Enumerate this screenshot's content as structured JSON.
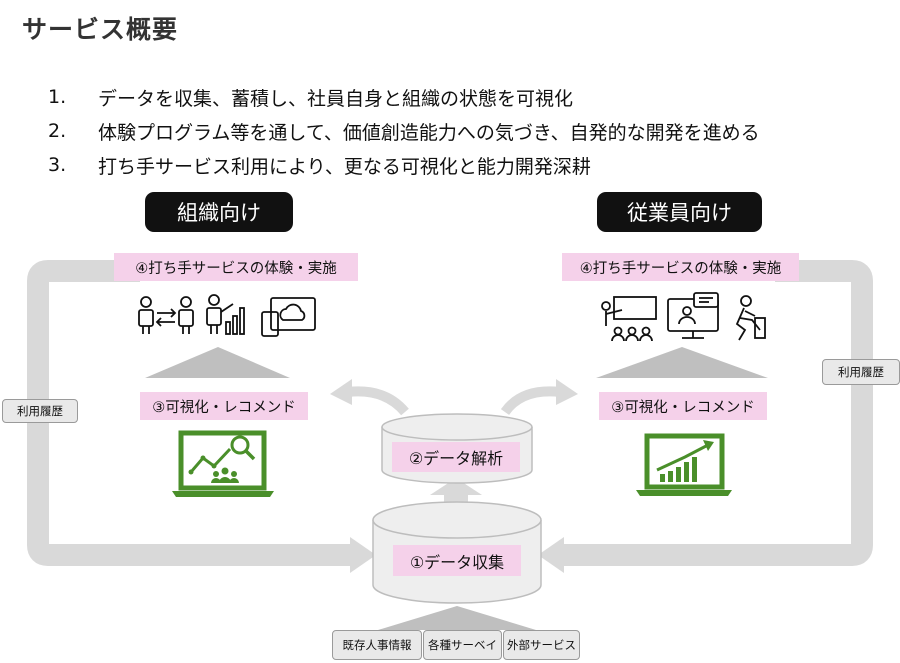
{
  "title": "サービス概要",
  "list": [
    {
      "num": "1.",
      "text": "データを収集、蓄積し、社員自身と組織の状態を可視化"
    },
    {
      "num": "2.",
      "text": "体験プログラム等を通して、価値創造能力への気づき、自発的な開発を進める"
    },
    {
      "num": "3.",
      "text": "打ち手サービス利用により、更なる可視化と能力開発深耕"
    }
  ],
  "org": {
    "heading": "組織向け",
    "service": "④打ち手サービスの体験・実施",
    "visualize": "③可視化・レコメンド",
    "usage_history": "利用履歴",
    "icons": [
      "people-exchange-icon",
      "presenter-chart-icon",
      "cloud-device-icon",
      "laptop-analytics-icon"
    ]
  },
  "emp": {
    "heading": "従業員向け",
    "service": "④打ち手サービスの体験・実施",
    "visualize": "③可視化・レコメンド",
    "usage_history": "利用履歴",
    "icons": [
      "classroom-icon",
      "online-meeting-icon",
      "runner-icon",
      "laptop-growth-icon"
    ]
  },
  "analysis": "②データ解析",
  "collection": "①データ収集",
  "sources": [
    "既存人事情報",
    "各種サーベイ",
    "外部サービス"
  ],
  "colors": {
    "pink": "#f5d1ea",
    "green": "#4a8f2a",
    "gray": "#d9d9d9",
    "black": "#111111"
  }
}
